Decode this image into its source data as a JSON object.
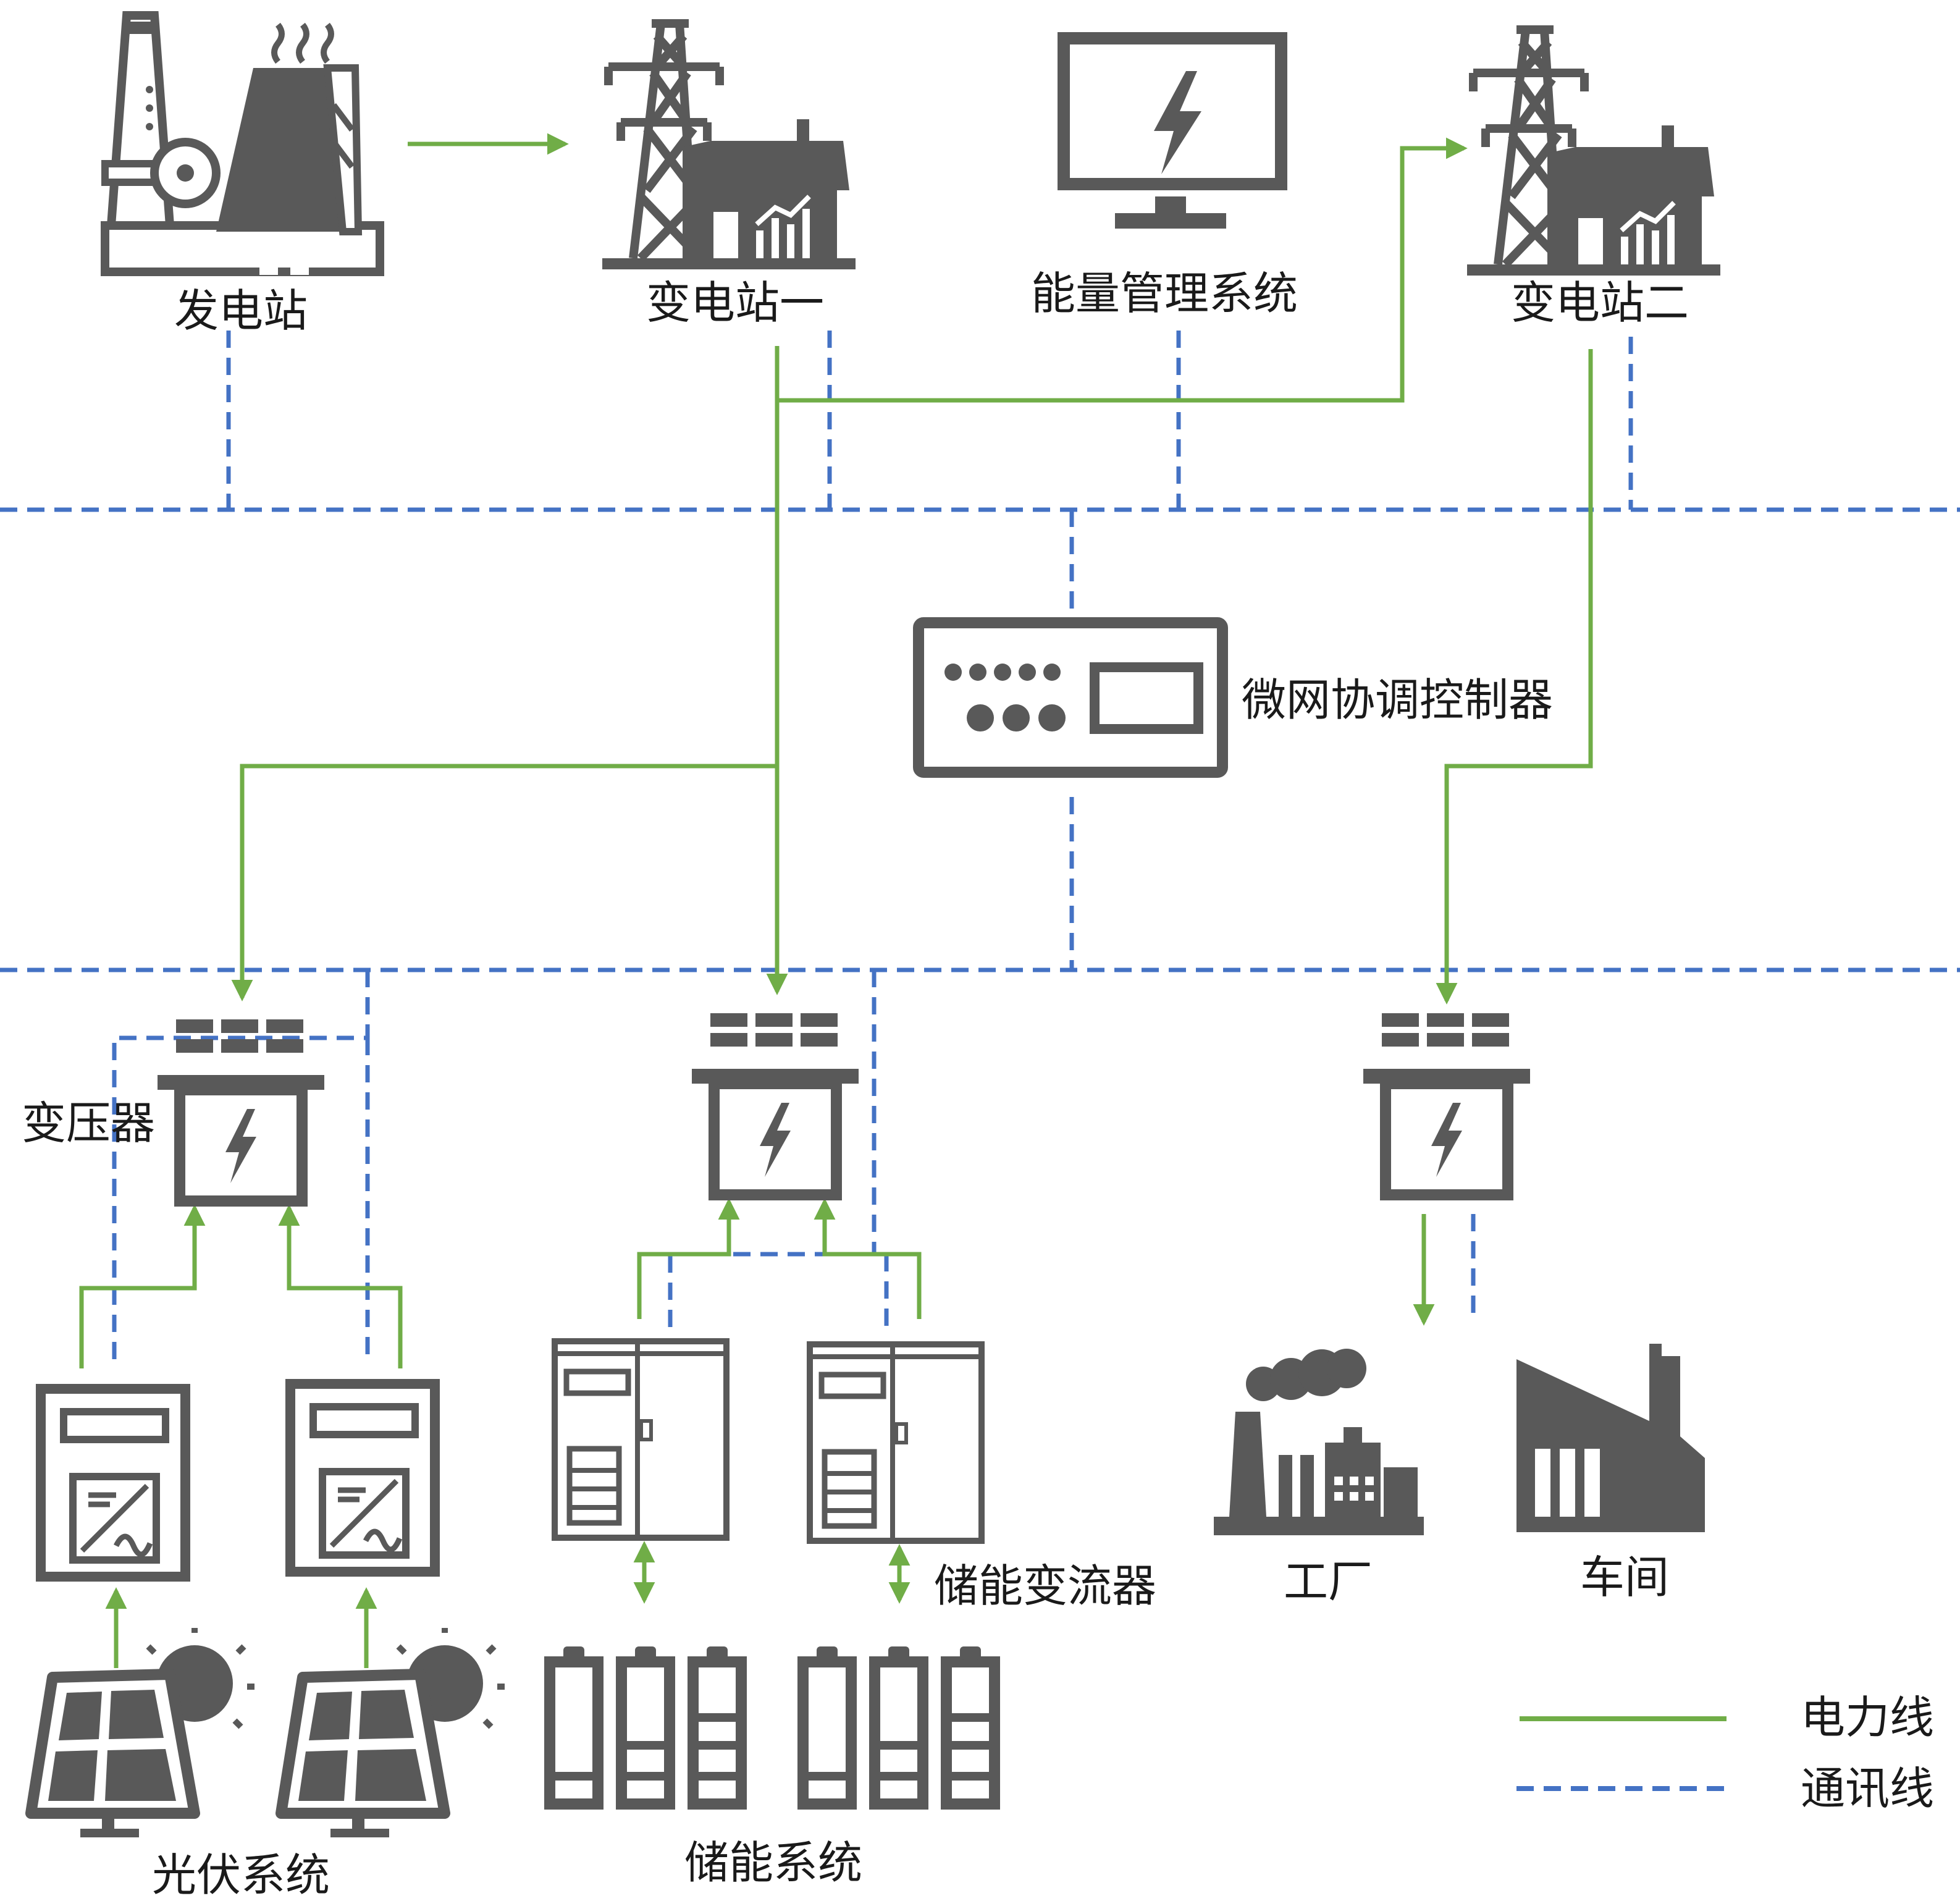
{
  "colors": {
    "icon": "#595959",
    "power_line": "#70ad47",
    "comm_line": "#4472c4",
    "text": "#1a1a1a"
  },
  "labels": {
    "power_plant": "发电站",
    "substation_1": "变电站一",
    "ems": "能量管理系统",
    "substation_2": "变电站二",
    "controller": "微网协调控制器",
    "transformer": "变压器",
    "pv_system": "光伏系统",
    "storage_system": "储能系统",
    "storage_converter": "储能变流器",
    "factory": "工厂",
    "workshop": "车间"
  },
  "legend": {
    "power_line": "电力线",
    "comm_line": "通讯线"
  },
  "icons": {
    "power_plant": "power-plant-icon",
    "substation": "substation-tower-icon",
    "ems": "monitor-bolt-icon",
    "controller": "controller-panel-icon",
    "transformer": "transformer-icon",
    "inverter": "pv-inverter-icon",
    "solar": "solar-panel-sun-icon",
    "pcs": "storage-converter-cabinet-icon",
    "battery": "battery-pack-icon",
    "factory": "factory-icon",
    "workshop": "workshop-icon"
  }
}
